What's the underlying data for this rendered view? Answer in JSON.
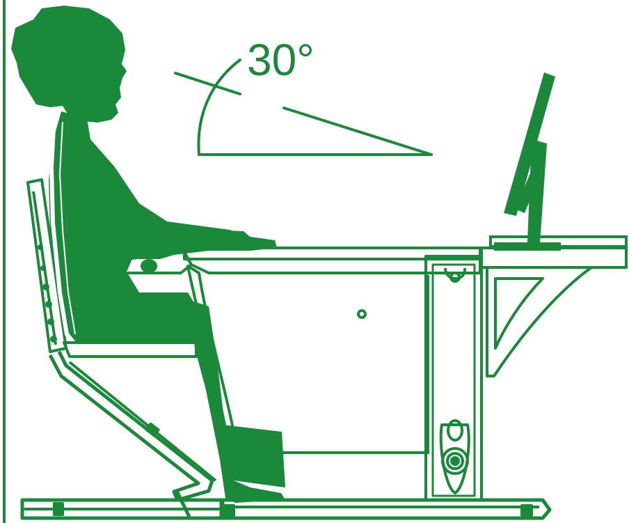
{
  "diagram": {
    "angle_label": "30°",
    "colors": {
      "primary": "#1a8a3a",
      "background": "#ffffff"
    },
    "elements": [
      "child-silhouette",
      "ergonomic-chair",
      "desk",
      "desk-drawer",
      "height-adjust-mechanism",
      "monitor",
      "monitor-stand",
      "viewing-angle-lines",
      "angle-arc"
    ]
  }
}
